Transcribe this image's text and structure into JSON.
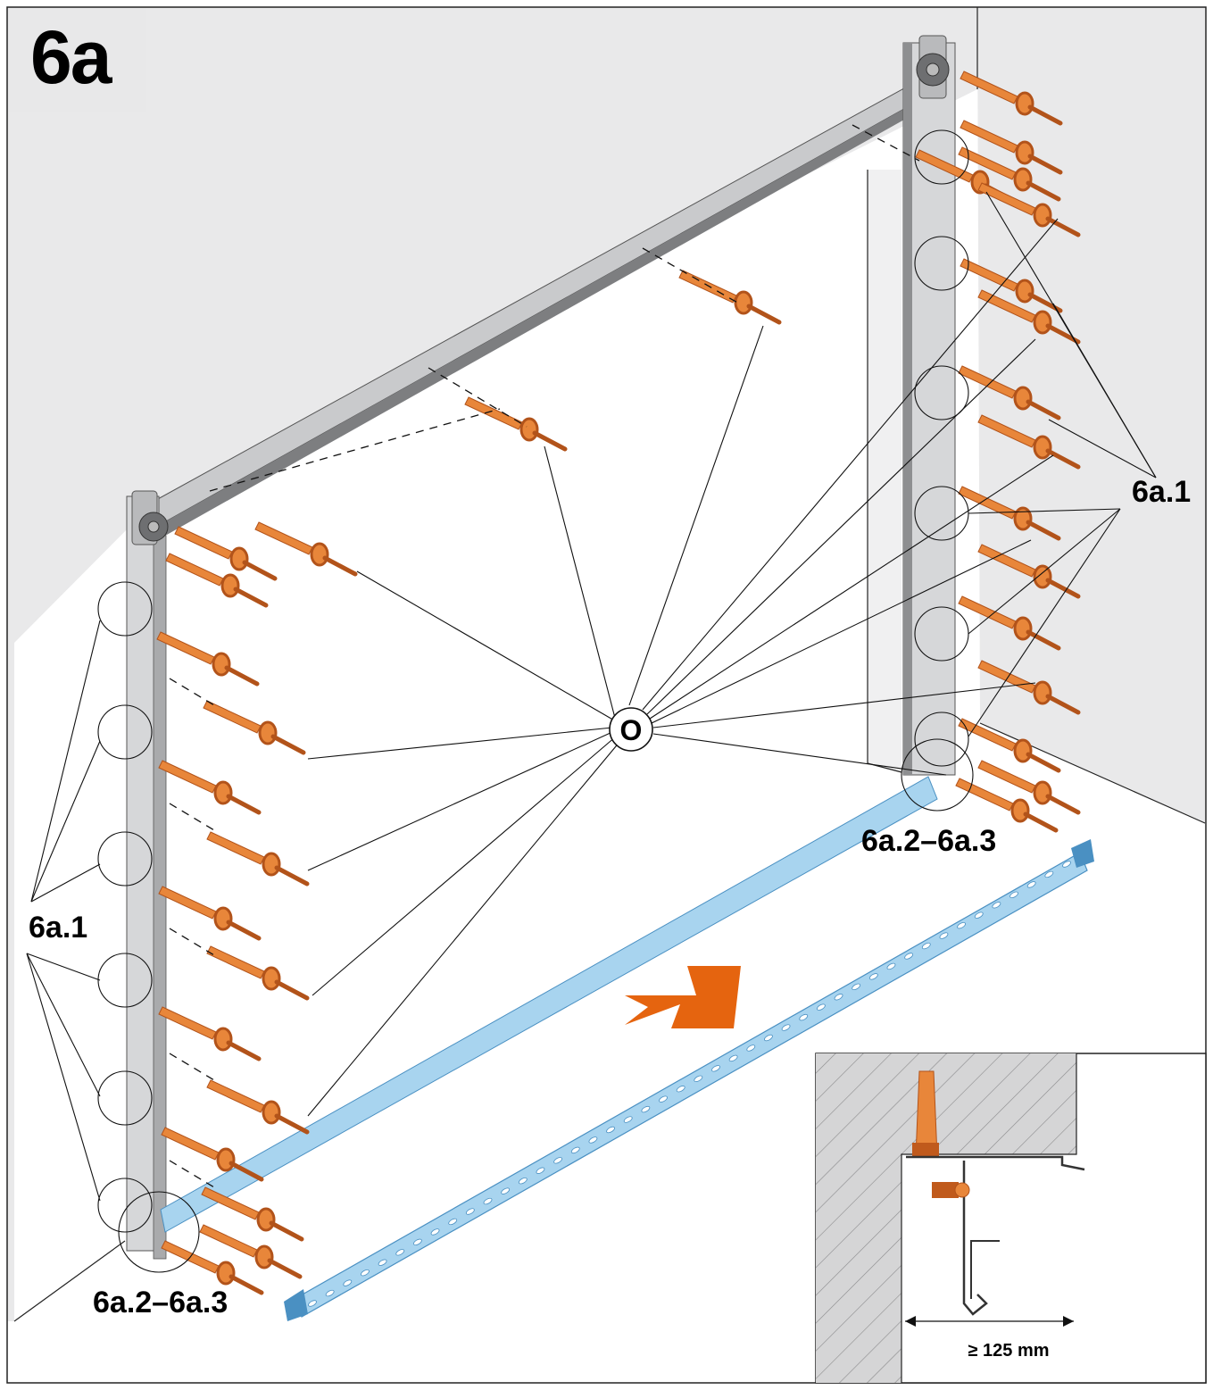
{
  "step": {
    "label": "6a"
  },
  "callouts": {
    "wall_anchor_right": "6a.1",
    "wall_anchor_left": "6a.1",
    "floor_fix_right": "6a.2–6a.3",
    "floor_fix_left": "6a.2–6a.3",
    "ceiling_anchor_marker": "O"
  },
  "detail": {
    "clearance": "≥ 125 mm"
  },
  "colors": {
    "wall": "#e9e9ea",
    "rail": "#c9cacc",
    "rail_dark": "#7d7e80",
    "anchor": "#e8863a",
    "anchor_dark": "#b2531a",
    "spreader": "#a8d4ef",
    "spreader_dark": "#4a90c2",
    "arrow": "#e5640f"
  }
}
